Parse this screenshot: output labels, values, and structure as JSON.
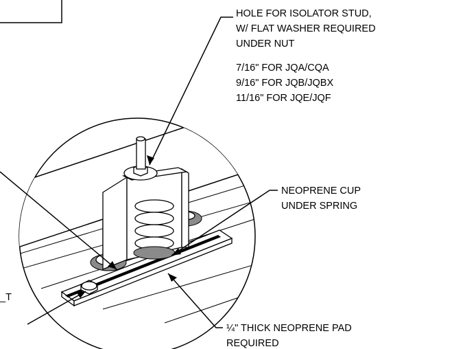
{
  "callouts": {
    "stud_hole": {
      "lines": [
        "HOLE FOR ISOLATOR STUD,",
        "W/ FLAT WASHER REQUIRED",
        "UNDER NUT",
        "7/16\" FOR JQA/CQA",
        "9/16\" FOR JQB/JQBX",
        "11/16\" FOR JQE/JQF"
      ]
    },
    "cup": {
      "lines": [
        "NEOPRENE CUP",
        "UNDER SPRING"
      ]
    },
    "pad": {
      "lines": [
        "¼\" THICK NEOPRENE PAD",
        "REQUIRED"
      ]
    },
    "bolt_fragment": "_T"
  },
  "colors": {
    "ink": "#000000",
    "background": "#ffffff",
    "neoprene": "#8a8a8a"
  }
}
